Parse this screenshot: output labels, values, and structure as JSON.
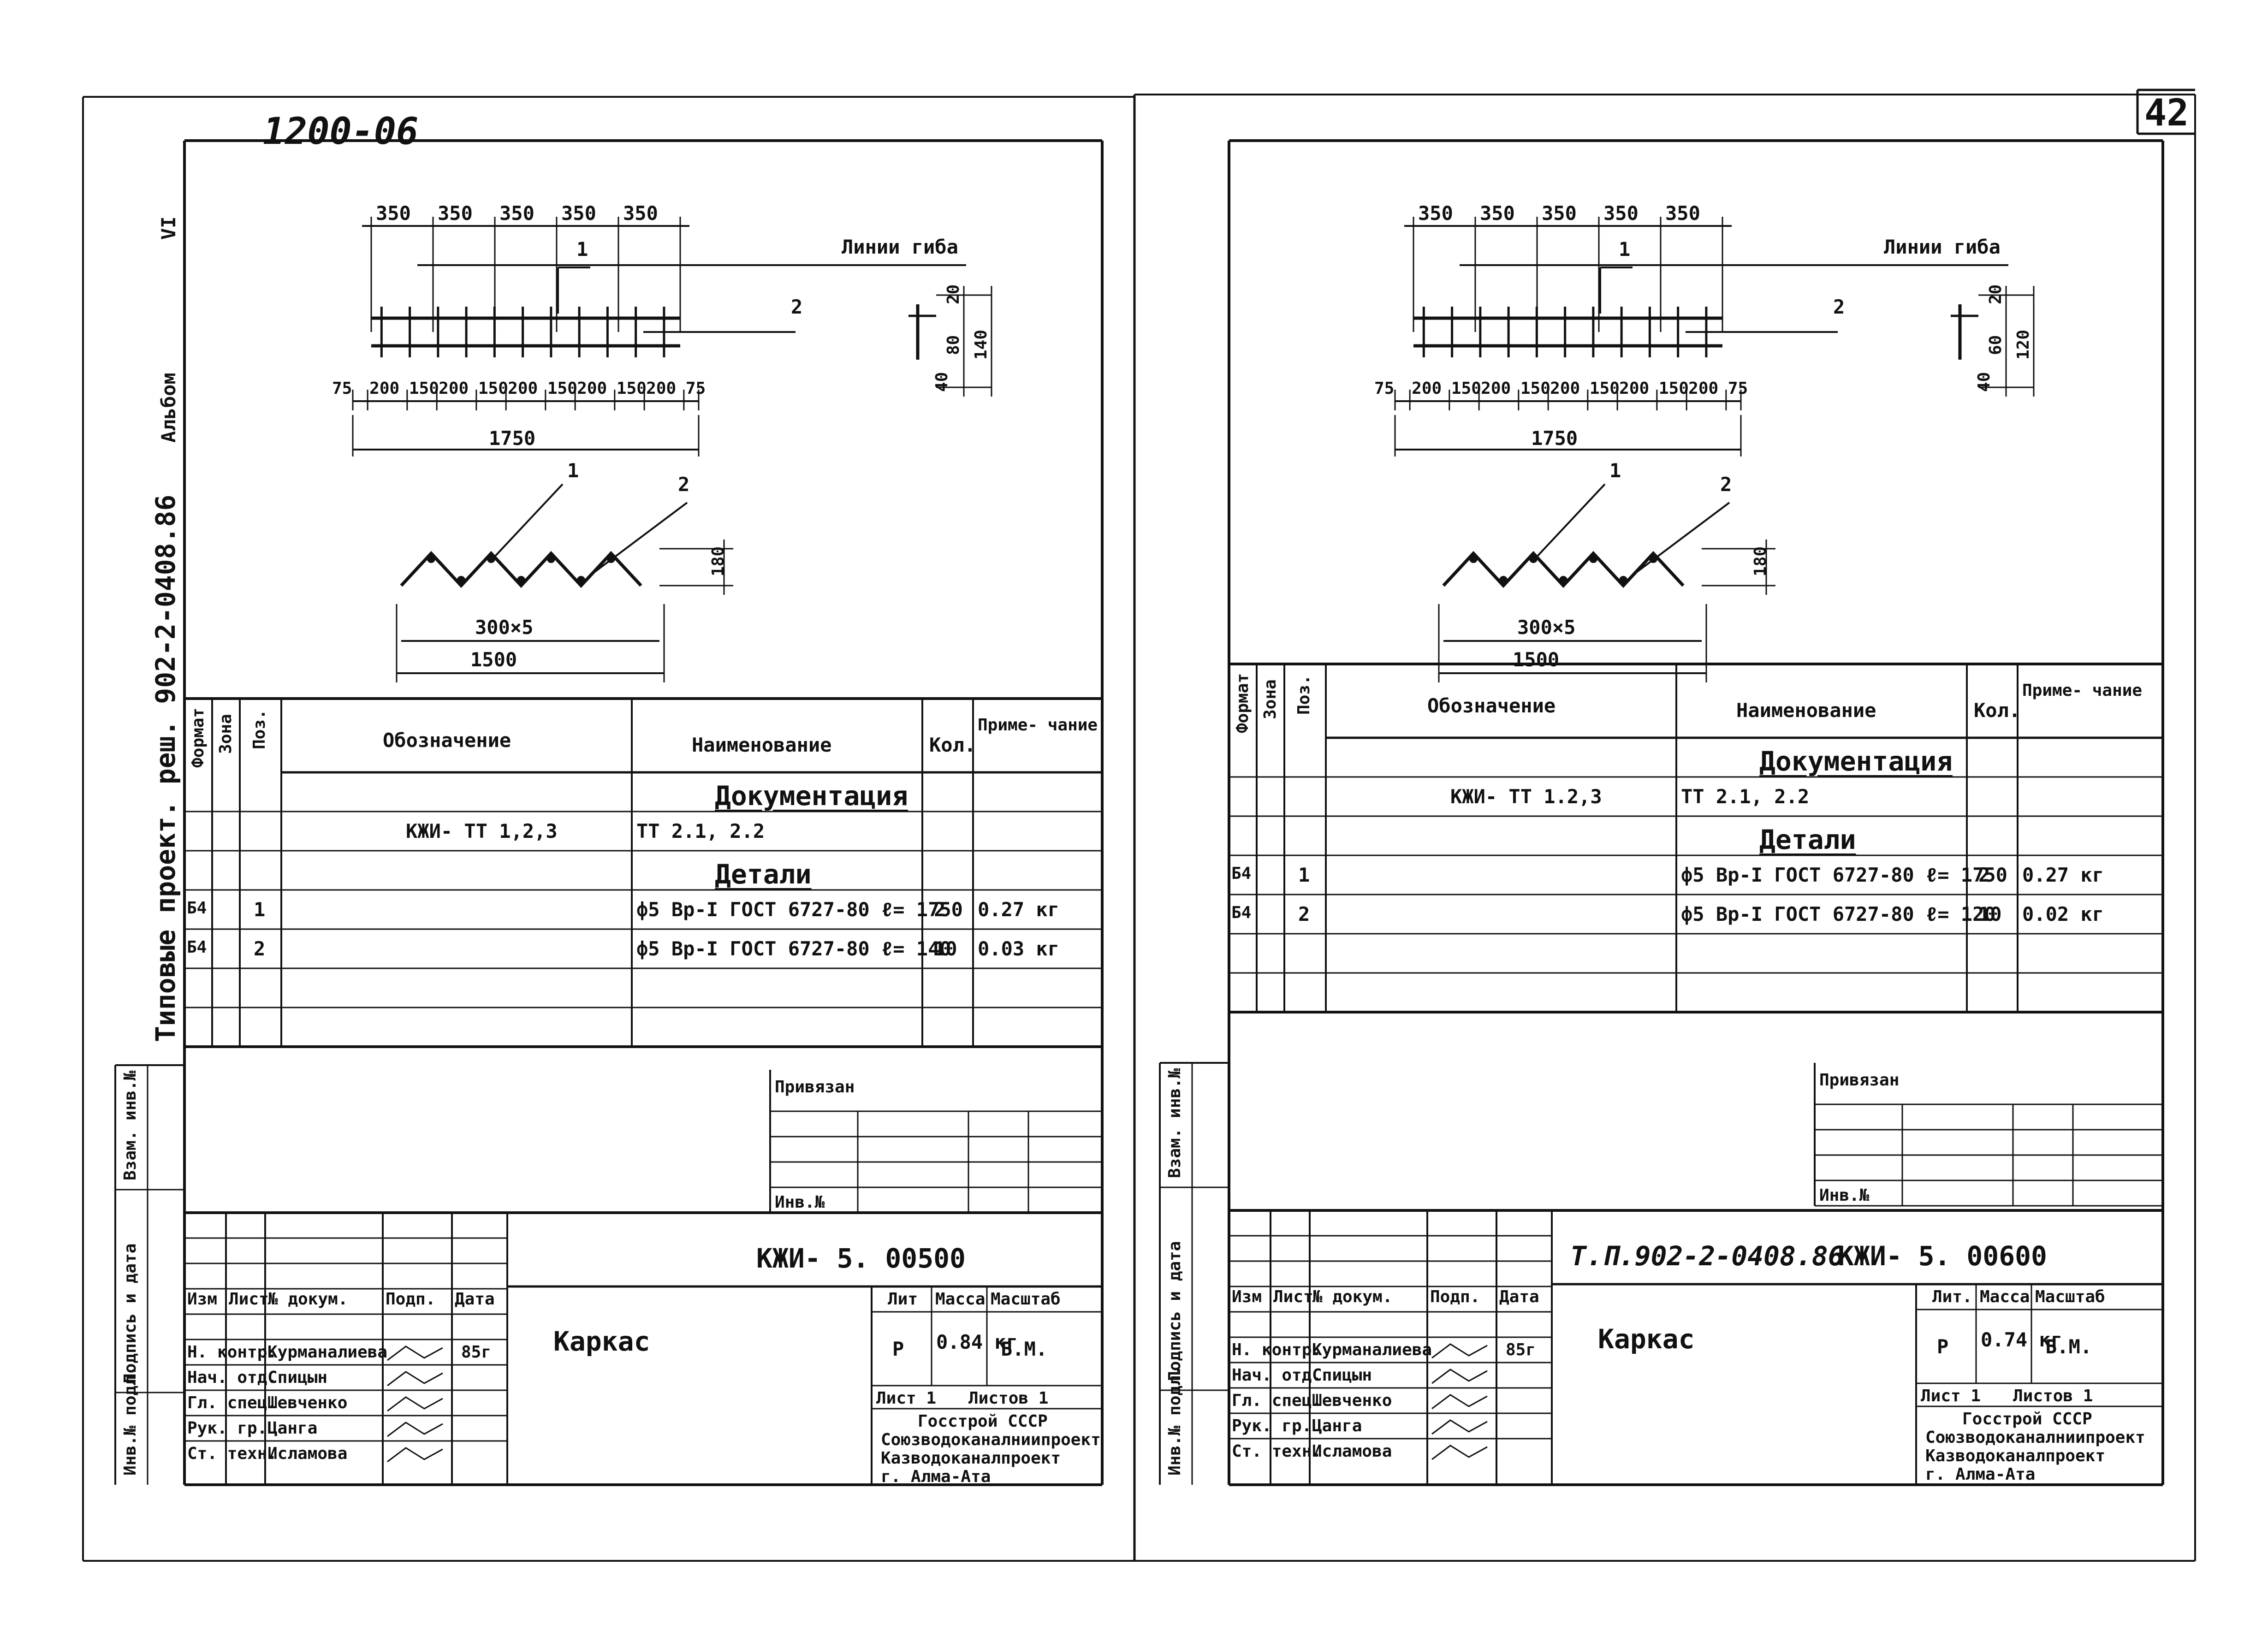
{
  "corner_code": "1200-06",
  "sheet_number": "42",
  "side_album": "Альбом",
  "side_album_num": "VI",
  "side_series": "Типовые проект. реш. 902-2-0408.86",
  "side_stamps": [
    "Инв.№ подл.",
    "Подпись и дата",
    "Взам. инв.№"
  ],
  "table_headers": {
    "format": "Формат",
    "zone": "Зона",
    "pos": "Поз.",
    "designation": "Обозначение",
    "name": "Наименование",
    "qty": "Кол.",
    "note": "Приме- чание"
  },
  "bend_lines_label": "Линии гиба",
  "sheets": [
    {
      "id": "left",
      "top_dims": [
        "350",
        "350",
        "350",
        "350",
        "350"
      ],
      "bottom_dims": [
        "75",
        "200",
        "150",
        "200",
        "150",
        "200",
        "150",
        "200",
        "150",
        "200",
        "75"
      ],
      "total_length": "1750",
      "callouts": [
        "1",
        "2"
      ],
      "section_dims": [
        "20",
        "80",
        "40",
        "140"
      ],
      "profile": {
        "pitch": "300×5",
        "width": "1500",
        "height": "180"
      },
      "rows": [
        {
          "section": "Документация"
        },
        {
          "designation": "КЖИ- ТТ 1,2,3",
          "name": "ТТ 2.1, 2.2"
        },
        {
          "section": "Детали"
        },
        {
          "format": "Б4",
          "pos": "1",
          "name": "ф5 Вр-I ГОСТ 6727-80 ℓ= 1750",
          "qty": "2",
          "note": "0.27 кг"
        },
        {
          "format": "Б4",
          "pos": "2",
          "name": "ф5 Вр-I ГОСТ 6727-80 ℓ= 140",
          "qty": "10",
          "note": "0.03 кг"
        }
      ],
      "privyazan": "Привязан",
      "inv_no": "Инв.№",
      "doc_code": "",
      "doc_number": "КЖИ- 5. 00500",
      "title_headers": [
        "Изм",
        "Лист",
        "№ докум.",
        "Подп.",
        "Дата"
      ],
      "title": "Каркас",
      "lit_headers": [
        "Лит",
        "Масса",
        "Масштаб"
      ],
      "lit": "Р",
      "mass": "0.84 кг",
      "scale": "Б.М.",
      "sheet_label": "Лист 1",
      "sheets_label": "Листов 1",
      "org": [
        "Госстрой СССР",
        "Союзводоканалниипроект",
        "Казводоканалпроект",
        "г. Алма-Ата"
      ],
      "staff": [
        {
          "role": "Н. контр.",
          "name": "Курманалиева",
          "date": "85г"
        },
        {
          "role": "Нач. отд.",
          "name": "Спицын",
          "date": ""
        },
        {
          "role": "Гл. спец.",
          "name": "Шевченко",
          "date": ""
        },
        {
          "role": "Рук. гр.",
          "name": "Цанга",
          "date": ""
        },
        {
          "role": "Ст. техн.",
          "name": "Исламова",
          "date": ""
        }
      ]
    },
    {
      "id": "right",
      "top_dims": [
        "350",
        "350",
        "350",
        "350",
        "350"
      ],
      "bottom_dims": [
        "75",
        "200",
        "150",
        "200",
        "150",
        "200",
        "150",
        "200",
        "150",
        "200",
        "75"
      ],
      "total_length": "1750",
      "callouts": [
        "1",
        "2"
      ],
      "section_dims": [
        "20",
        "60",
        "40",
        "120"
      ],
      "profile": {
        "pitch": "300×5",
        "width": "1500",
        "height": "180"
      },
      "rows": [
        {
          "section": "Документация"
        },
        {
          "designation": "КЖИ- ТТ 1.2,3",
          "name": "ТТ 2.1, 2.2"
        },
        {
          "section": "Детали"
        },
        {
          "format": "Б4",
          "pos": "1",
          "name": "ф5 Вр-I ГОСТ 6727-80 ℓ= 1750",
          "qty": "2",
          "note": "0.27 кг"
        },
        {
          "format": "Б4",
          "pos": "2",
          "name": "ф5 Вр-I ГОСТ 6727-80 ℓ= 120",
          "qty": "10",
          "note": "0.02 кг"
        }
      ],
      "privyazan": "Привязан",
      "inv_no": "Инв.№",
      "doc_code": "Т.П.902-2-0408.86",
      "doc_number": "КЖИ- 5. 00600",
      "title_headers": [
        "Изм",
        "Лист",
        "№ докум.",
        "Подп.",
        "Дата"
      ],
      "title": "Каркас",
      "lit_headers": [
        "Лит.",
        "Масса",
        "Масштаб"
      ],
      "lit": "Р",
      "mass": "0.74 кг",
      "scale": "Б.М.",
      "sheet_label": "Лист 1",
      "sheets_label": "Листов 1",
      "org": [
        "Госстрой СССР",
        "Союзводоканалниипроект",
        "Казводоканалпроект",
        "г. Алма-Ата"
      ],
      "staff": [
        {
          "role": "Н. контр.",
          "name": "Курманалиева",
          "date": "85г"
        },
        {
          "role": "Нач. отд.",
          "name": "Спицын",
          "date": ""
        },
        {
          "role": "Гл. спец.",
          "name": "Шевченко",
          "date": ""
        },
        {
          "role": "Рук. гр.",
          "name": "Цанга",
          "date": ""
        },
        {
          "role": "Ст. техн.",
          "name": "Исламова",
          "date": ""
        }
      ]
    }
  ]
}
